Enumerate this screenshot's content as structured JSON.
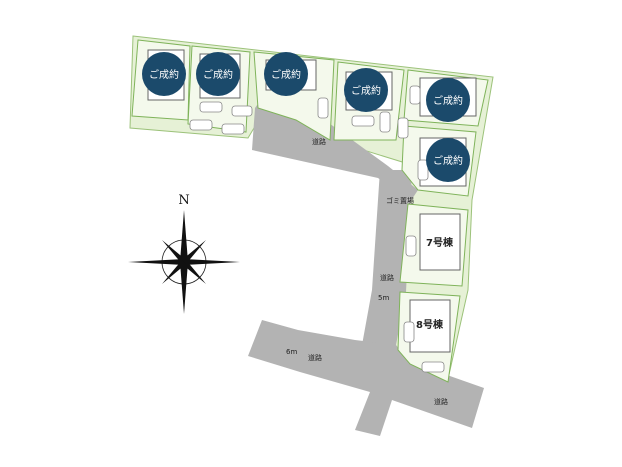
{
  "lots": [
    {
      "id": "lot-1",
      "badge": "ご成約"
    },
    {
      "id": "lot-2",
      "badge": "ご成約"
    },
    {
      "id": "lot-3",
      "badge": "ご成約"
    },
    {
      "id": "lot-4",
      "badge": "ご成約"
    },
    {
      "id": "lot-5",
      "badge": "ご成約"
    },
    {
      "id": "lot-6",
      "badge": "ご成約"
    },
    {
      "id": "lot-7",
      "label": "7号棟"
    },
    {
      "id": "lot-8",
      "label": "8号棟"
    }
  ],
  "roads": {
    "upper_label": "道路",
    "vertical_label": "道路",
    "lower_left_label": "道路",
    "lower_right_label": "道路",
    "width_vertical": "5m",
    "width_lower": "6m"
  },
  "facilities": {
    "garbage": "ゴミ置場"
  },
  "compass": {
    "north": "N"
  },
  "colors": {
    "badge": "#1b4a6b",
    "road": "#b3b3b3",
    "green": "#d2e8b4",
    "lot_border": "#7fb35a"
  }
}
